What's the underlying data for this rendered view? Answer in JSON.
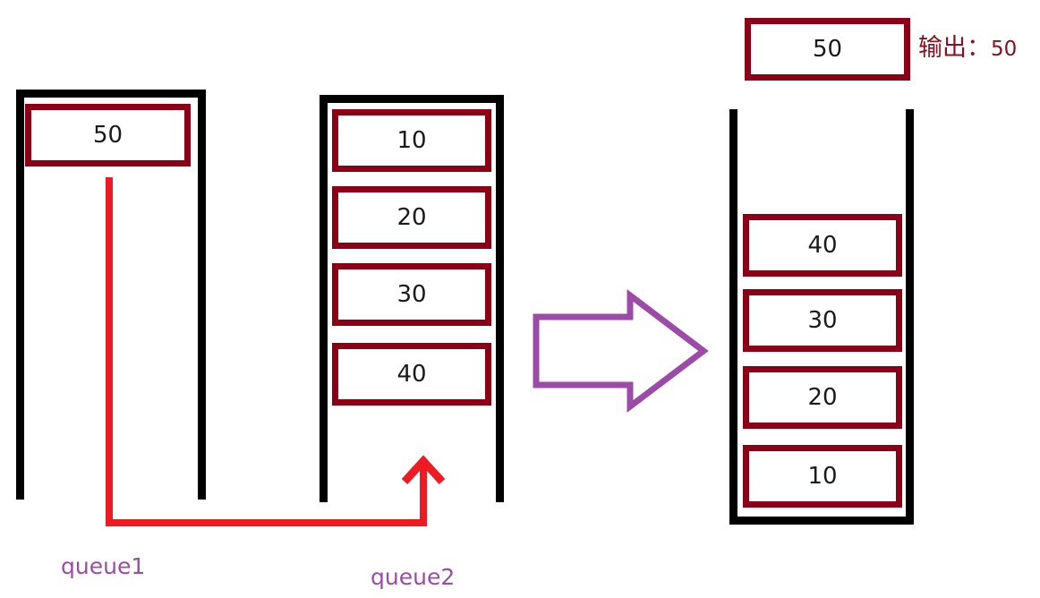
{
  "diagram": {
    "title": "queue-to-queue transfer (two-queue stack pop)",
    "colors": {
      "box_border": "#8B0016",
      "container_wall": "#000000",
      "transfer_arrow": "#ED1C24",
      "flow_arrow": "#9C4BA8",
      "label_text": "#9C4BA8",
      "output_text": "#8B1020",
      "value_text": "#1a1a1a",
      "background": "#ffffff"
    }
  },
  "queue1": {
    "label": "queue1",
    "items": [
      {
        "value": "50"
      }
    ]
  },
  "queue2": {
    "label": "queue2",
    "items": [
      {
        "value": "10"
      },
      {
        "value": "20"
      },
      {
        "value": "30"
      },
      {
        "value": "40"
      }
    ]
  },
  "result": {
    "popped": {
      "value": "50"
    },
    "output_prefix": "输出：",
    "output_value": "50",
    "items": [
      {
        "value": "40"
      },
      {
        "value": "30"
      },
      {
        "value": "20"
      },
      {
        "value": "10"
      }
    ]
  },
  "arrows": {
    "transfer": {
      "name": "queue1-to-queue2-arrow",
      "direction": "up"
    },
    "flow": {
      "name": "process-flow-arrow",
      "direction": "right"
    }
  }
}
